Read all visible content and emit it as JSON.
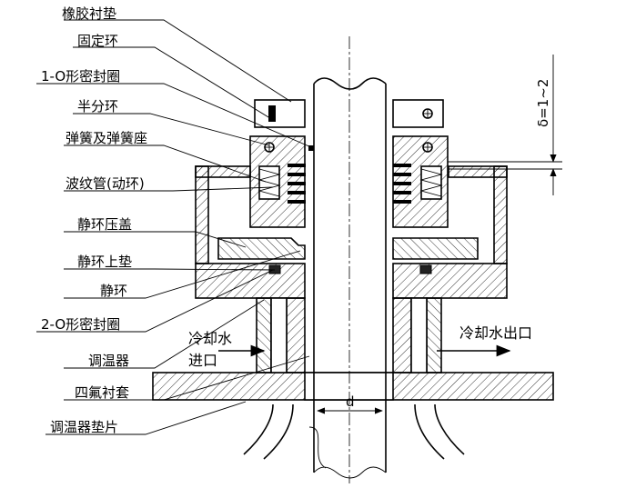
{
  "labels": {
    "rubber_gasket": "橡胶衬垫",
    "fixing_ring": "固定环",
    "o_ring_1": "1-O形密封圈",
    "split_ring": "半分环",
    "spring_seat": "弹簧及弹簧座",
    "bellows": "波纹管(动环)",
    "static_gland": "静环压盖",
    "static_upper_pad": "静环上垫",
    "static_ring": "静环",
    "o_ring_2": "2-O形密封圈",
    "thermostat": "调温器",
    "ptfe_sleeve": "四氟衬套",
    "thermostat_gasket": "调温器垫片"
  },
  "flow": {
    "inlet_line1": "冷却水",
    "inlet_line2": "进口",
    "outlet": "冷却水出口"
  },
  "dims": {
    "delta": "δ=1~2",
    "shaft_d": "d"
  }
}
